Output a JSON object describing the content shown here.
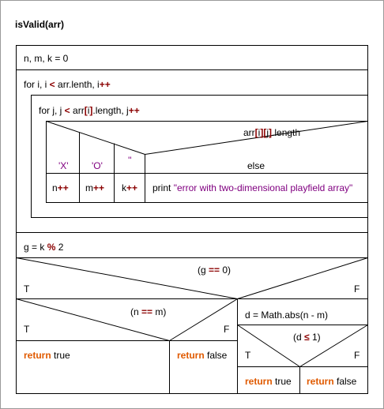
{
  "title": "isValid(arr)",
  "init": "n, m, k = 0",
  "loop_outer": {
    "pre": "for i, i ",
    "op1": "<",
    "mid": " arr.lenth, i",
    "op2": "++"
  },
  "loop_inner": {
    "pre": "for j, j ",
    "op1": "<",
    "mid1": " arr",
    "b1": "[",
    "idx": "i",
    "b2": "]",
    "mid2": ".length, j",
    "op2": "++"
  },
  "case_head": {
    "a": "arr",
    "b1": "[",
    "i": "i",
    "b2": "][",
    "j": "j",
    "b3": "]",
    "c": ".length"
  },
  "case_labels": [
    "'X'",
    "'O'",
    "''"
  ],
  "case_else": "else",
  "case_actions": [
    {
      "v": "n",
      "op": "++"
    },
    {
      "v": "m",
      "op": "++"
    },
    {
      "v": "k",
      "op": "++"
    }
  ],
  "print_stmt": {
    "kw": "print ",
    "str": "\"error with two-dimensional playfield array\""
  },
  "modulo": {
    "pre": "g = k ",
    "op": "%",
    "post": " 2"
  },
  "cond1": {
    "pre": "(g ",
    "op": "==",
    "post": " 0)",
    "t": "T",
    "f": "F"
  },
  "cond2": {
    "pre": "(n ",
    "op": "==",
    "post": " m)",
    "t": "T",
    "f": "F"
  },
  "assign_d": "d = Math.abs(n - m)",
  "cond3": {
    "pre": "(d ",
    "op": "≤",
    "post": " 1)",
    "t": "T",
    "f": "F"
  },
  "return_kw": "return",
  "ret_true": " true",
  "ret_false": " false"
}
